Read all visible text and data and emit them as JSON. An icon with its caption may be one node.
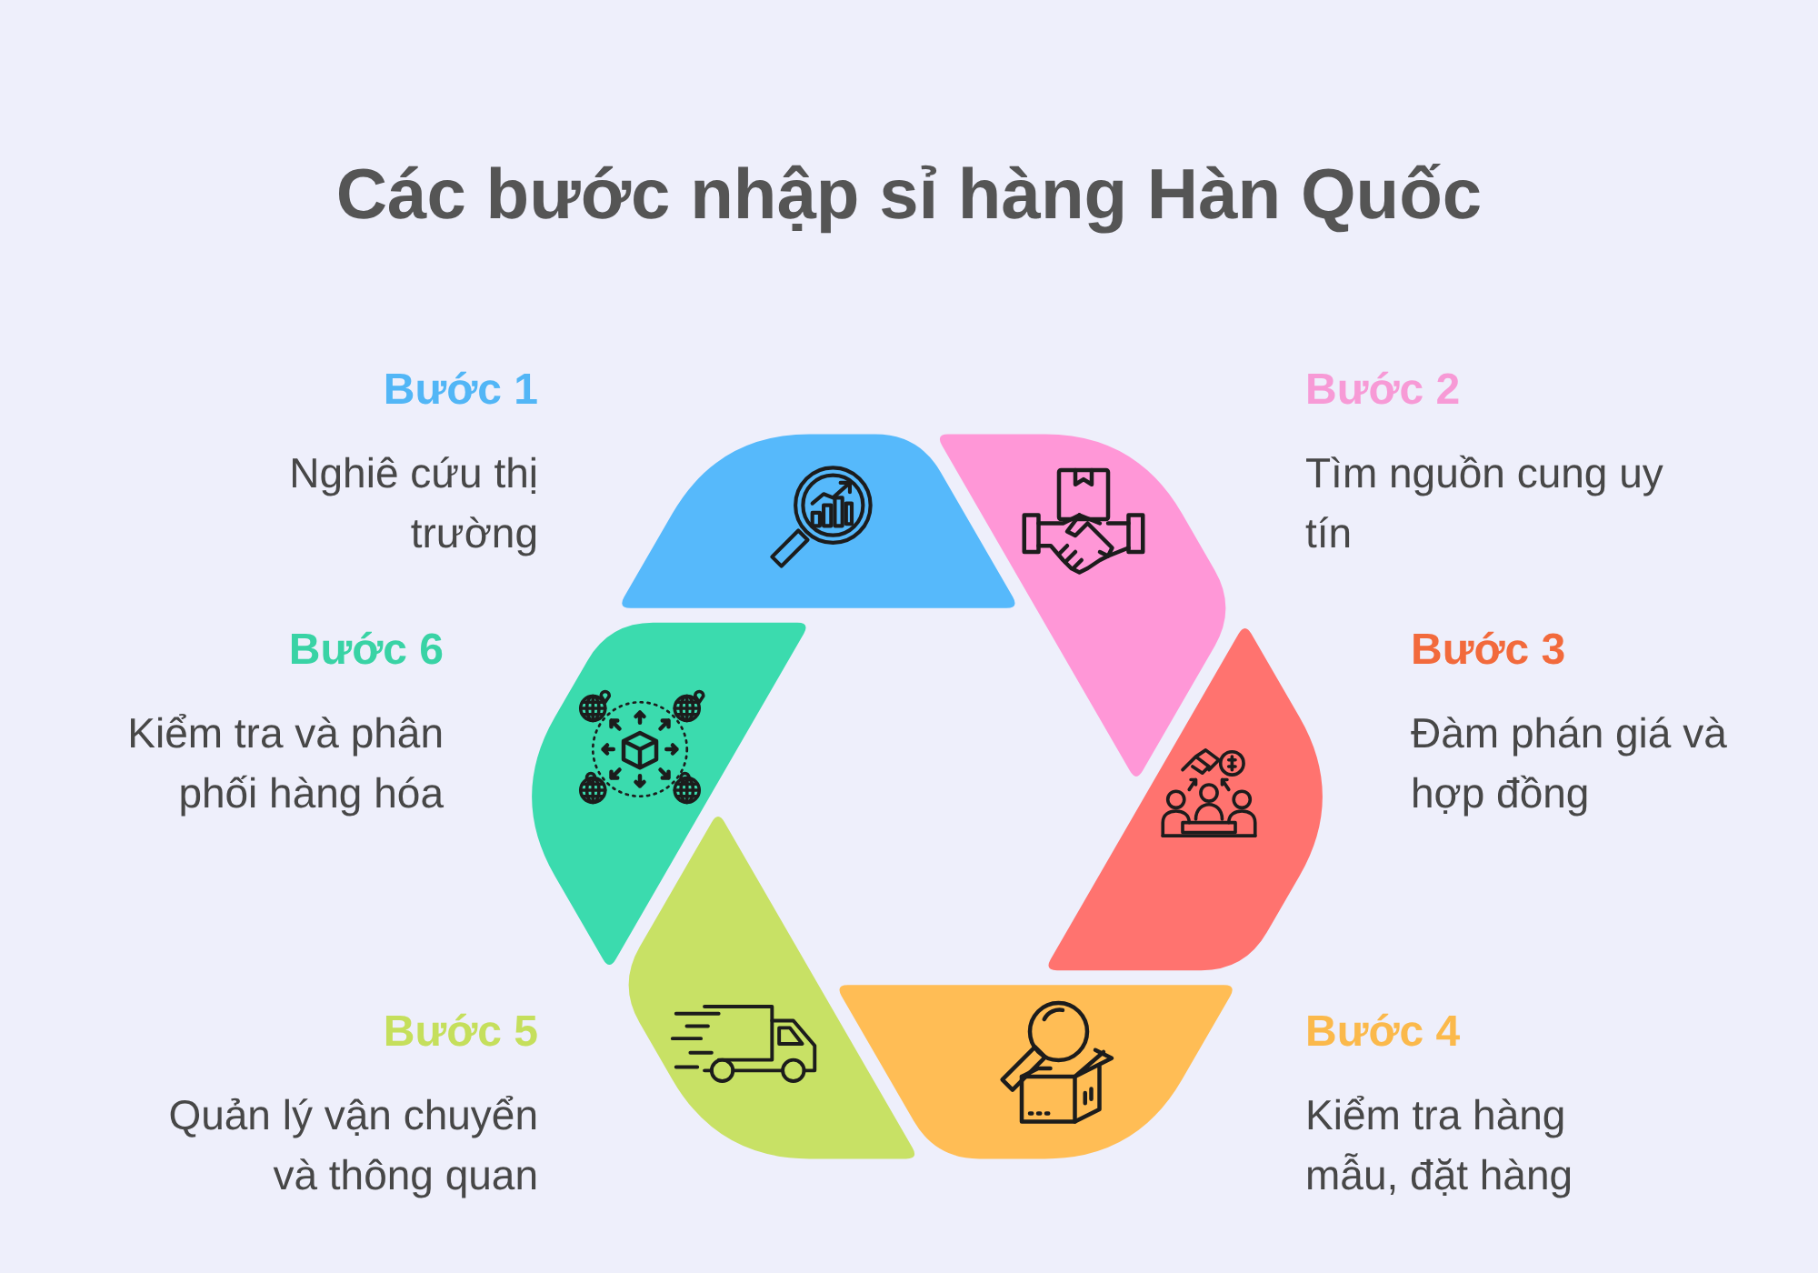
{
  "diagram": {
    "title": "Các bước nhập sỉ hàng Hàn Quốc",
    "nodes": [
      {
        "text": [
          "Bước 1",
          "Nghiê cứu thị trường"
        ]
      },
      {
        "text": [
          "Bước 2",
          "Tìm nguồn cung uy tín"
        ]
      },
      {
        "text": [
          "Bước 3",
          "Đàm phán giá và hợp đồng"
        ]
      },
      {
        "text": [
          "Bước 4",
          "Kiểm tra hàng mẫu, đặt hàng"
        ]
      },
      {
        "text": [
          "Bước 5",
          "Quản lý vận chuyển và thông quan"
        ]
      },
      {
        "text": [
          "Bước 6",
          "Kiểm tra và phân phối hàng hóa"
        ]
      }
    ]
  }
}
